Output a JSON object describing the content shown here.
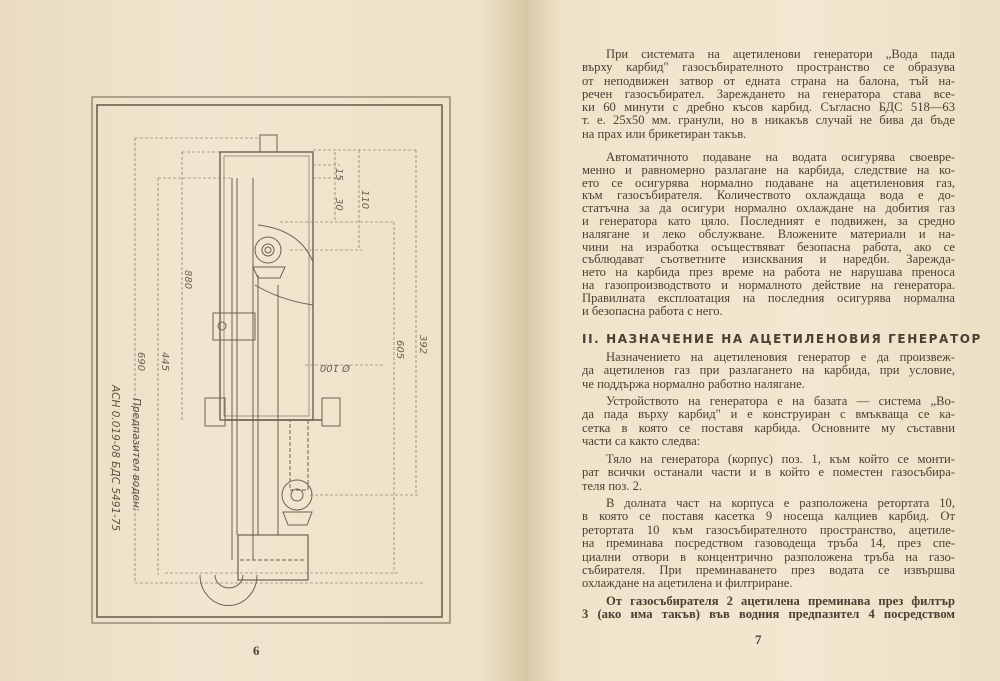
{
  "left_page": {
    "page_number": "6",
    "drawing": {
      "dimensions": [
        "15",
        "30",
        "110",
        "880",
        "690",
        "445",
        "605",
        "392",
        "Ø 100"
      ],
      "notes": [
        "Предпазител воден:",
        "АСН 0.019-08 БДС 5491-75"
      ]
    }
  },
  "right_page": {
    "page_number": "7",
    "paragraphs": [
      {
        "lines": [
          "При системата на ацетиленови генератори „Вода пада",
          "върху карбид\" газосъбирателното пространство се образува",
          "от неподвижен затвор от едната страна на балона, тъй на-",
          "речен газосъбирател. Зареждането на генератора става все-",
          "ки 60 минути с дребно късов карбид. Съгласно БДС 518—63",
          "т. е. 25х50 мм. гранули, но в никакъв случай не бива да бъде",
          "на прах или брикетиран такъв."
        ]
      },
      {
        "lines": [
          "Автоматичното подаване на водата осигурява своевре-",
          "менно и равномерно разлагане на карбида, следствие на ко-",
          "ето се осигурява нормално подаване на ацетиленовия газ,",
          "към газосъбирателя.  Количеството охлаждаща вода е до-",
          "статъчна за да осигури нормално охлаждане на добития газ",
          "и генератора като цяло. Последният е подвижен, за средно",
          "налягане и леко обслужване. Вложените материали и на-",
          "чини на изработка осъществяват безопасна работа, ако се",
          "съблюдават съответните изисквания и наредби.  Зарежда-",
          "нето на карбида през време на работа не нарушава преноса",
          "на газопроизводството и нормалното действие на генератора.",
          "Правилната експлоатация на последния осигурява нормална",
          "и безопасна работа с него."
        ]
      }
    ],
    "section_heading": "II. НАЗНАЧЕНИЕ НА АЦЕТИЛЕНОВИЯ ГЕНЕРАТОР",
    "section_paragraphs": [
      {
        "lines": [
          "Назначението на ацетиленовия генератор е да произвеж-",
          "да ацетиленов газ при разлагането на карбида, при условие,",
          "че поддържа нормално работно налягане."
        ]
      },
      {
        "lines": [
          "Устройството на генератора е на базата — система „Во-",
          "да пада върху карбид\" и е конструиран с вмъкваща се ка-",
          "сетка в която се поставя карбида. Основните му съставни",
          "части са както следва:"
        ]
      },
      {
        "lines": [
          "Тяло на генератора (корпус) поз. 1, към който се монти-",
          "рат всички останали части и в който е поместен газосъбира-",
          "теля поз. 2."
        ]
      },
      {
        "lines": [
          "В долната част на корпуса е разположена ретортата 10,",
          "в която се поставя касетка 9 носеща калциев карбид.  От",
          "ретортата 10 към газосъбирателното пространство, ацетиле-",
          "на преминава посредством газоводеща тръба 14, през спе-",
          "циални отвори в концентрично разположена тръба на газо-",
          "събирателя. При преминаването през водата се извършва",
          "охлаждане на ацетилена и филтриране."
        ]
      },
      {
        "lines": [
          "От газосъбирателя 2 ацетилена преминава през филтър",
          "3 (ако има такъв) във водния предпазител 4 посредством"
        ]
      }
    ]
  },
  "colors": {
    "paper": "#f1e6cf",
    "ink": "#4a4034",
    "drawing_ink": "#6b6250"
  }
}
